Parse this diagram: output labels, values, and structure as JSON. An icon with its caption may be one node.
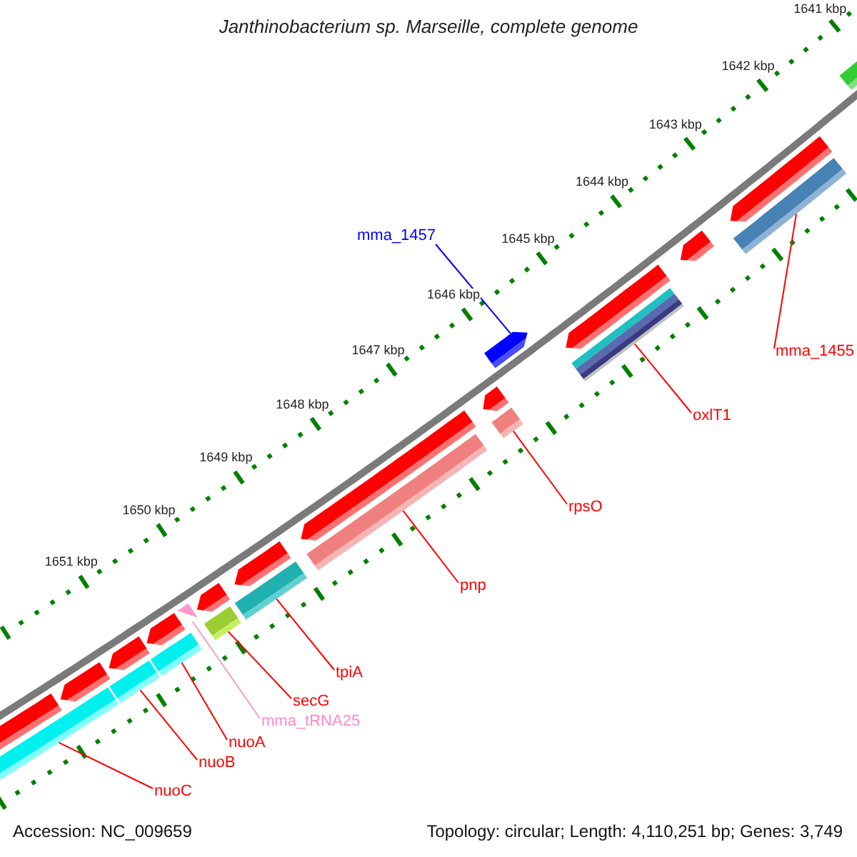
{
  "diagram": {
    "title": "Janthinobacterium sp. Marseille, complete genome",
    "nodes": [
      {
        "text": [
          "mma_1457"
        ]
      },
      {
        "text": [],
        "shape": "bar"
      },
      {
        "text": [
          "mma_1455"
        ]
      },
      {
        "text": [],
        "shape": "bar"
      },
      {
        "text": [
          "oxlT1"
        ]
      },
      {
        "text": [],
        "shape": "bar"
      },
      {
        "text": [
          "rpsO"
        ]
      },
      {
        "text": [],
        "shape": "bar"
      },
      {
        "text": [
          "pnp"
        ]
      },
      {
        "text": [],
        "shape": "bar"
      },
      {
        "text": [
          "tpiA"
        ]
      },
      {
        "text": [],
        "shape": "bar"
      },
      {
        "text": [
          "secG"
        ]
      },
      {
        "text": [],
        "shape": "bar"
      },
      {
        "text": [
          "mma_tRNA25"
        ]
      },
      {
        "text": [],
        "shape": "triangle"
      },
      {
        "text": [
          "nuoA"
        ]
      },
      {
        "text": [],
        "shape": "bar"
      },
      {
        "text": [
          "nuoB"
        ]
      },
      {
        "text": [],
        "shape": "bar"
      },
      {
        "text": [
          "nuoC"
        ]
      },
      {
        "text": [],
        "shape": "bar"
      },
      {
        "text": [],
        "shape": "bar"
      },
      {
        "text": [],
        "shape": "bar"
      },
      {
        "text": [],
        "shape": "bar"
      },
      {
        "text": [],
        "shape": "bar"
      },
      {
        "text": [],
        "shape": "bar"
      },
      {
        "text": [],
        "shape": "bar"
      },
      {
        "text": [],
        "shape": "bar"
      },
      {
        "text": [],
        "shape": "bar"
      },
      {
        "text": [],
        "shape": "bar"
      },
      {
        "text": [],
        "shape": "bar"
      },
      {
        "text": [],
        "shape": "bar"
      },
      {
        "text": [],
        "shape": "bar"
      }
    ],
    "edges": [
      {
        "from": 0,
        "to": 1,
        "arrow": "none",
        "color": "#0000ff"
      },
      {
        "from": 2,
        "to": 3,
        "arrow": "none"
      },
      {
        "from": 4,
        "to": 5,
        "arrow": "none"
      },
      {
        "from": 6,
        "to": 7,
        "arrow": "none"
      },
      {
        "from": 8,
        "to": 9,
        "arrow": "none"
      },
      {
        "from": 10,
        "to": 11,
        "arrow": "none"
      },
      {
        "from": 12,
        "to": 13,
        "arrow": "none"
      },
      {
        "from": 14,
        "to": 15,
        "arrow": "none",
        "color": "#ff99cc"
      },
      {
        "from": 16,
        "to": 17,
        "arrow": "none"
      },
      {
        "from": 18,
        "to": 19,
        "arrow": "none"
      },
      {
        "from": 20,
        "to": 21,
        "arrow": "none"
      }
    ],
    "labels": [
      "1641 kbp",
      "1642 kbp",
      "1643 kbp",
      "1644 kbp",
      "1645 kbp",
      "1646 kbp",
      "1647 kbp",
      "1648 kbp",
      "1649 kbp",
      "1650 kbp",
      "1651 kbp",
      "Accession: NC_009659",
      "Topology: circular; Length: 4,110,251 bp; Genes: 3,749"
    ]
  }
}
